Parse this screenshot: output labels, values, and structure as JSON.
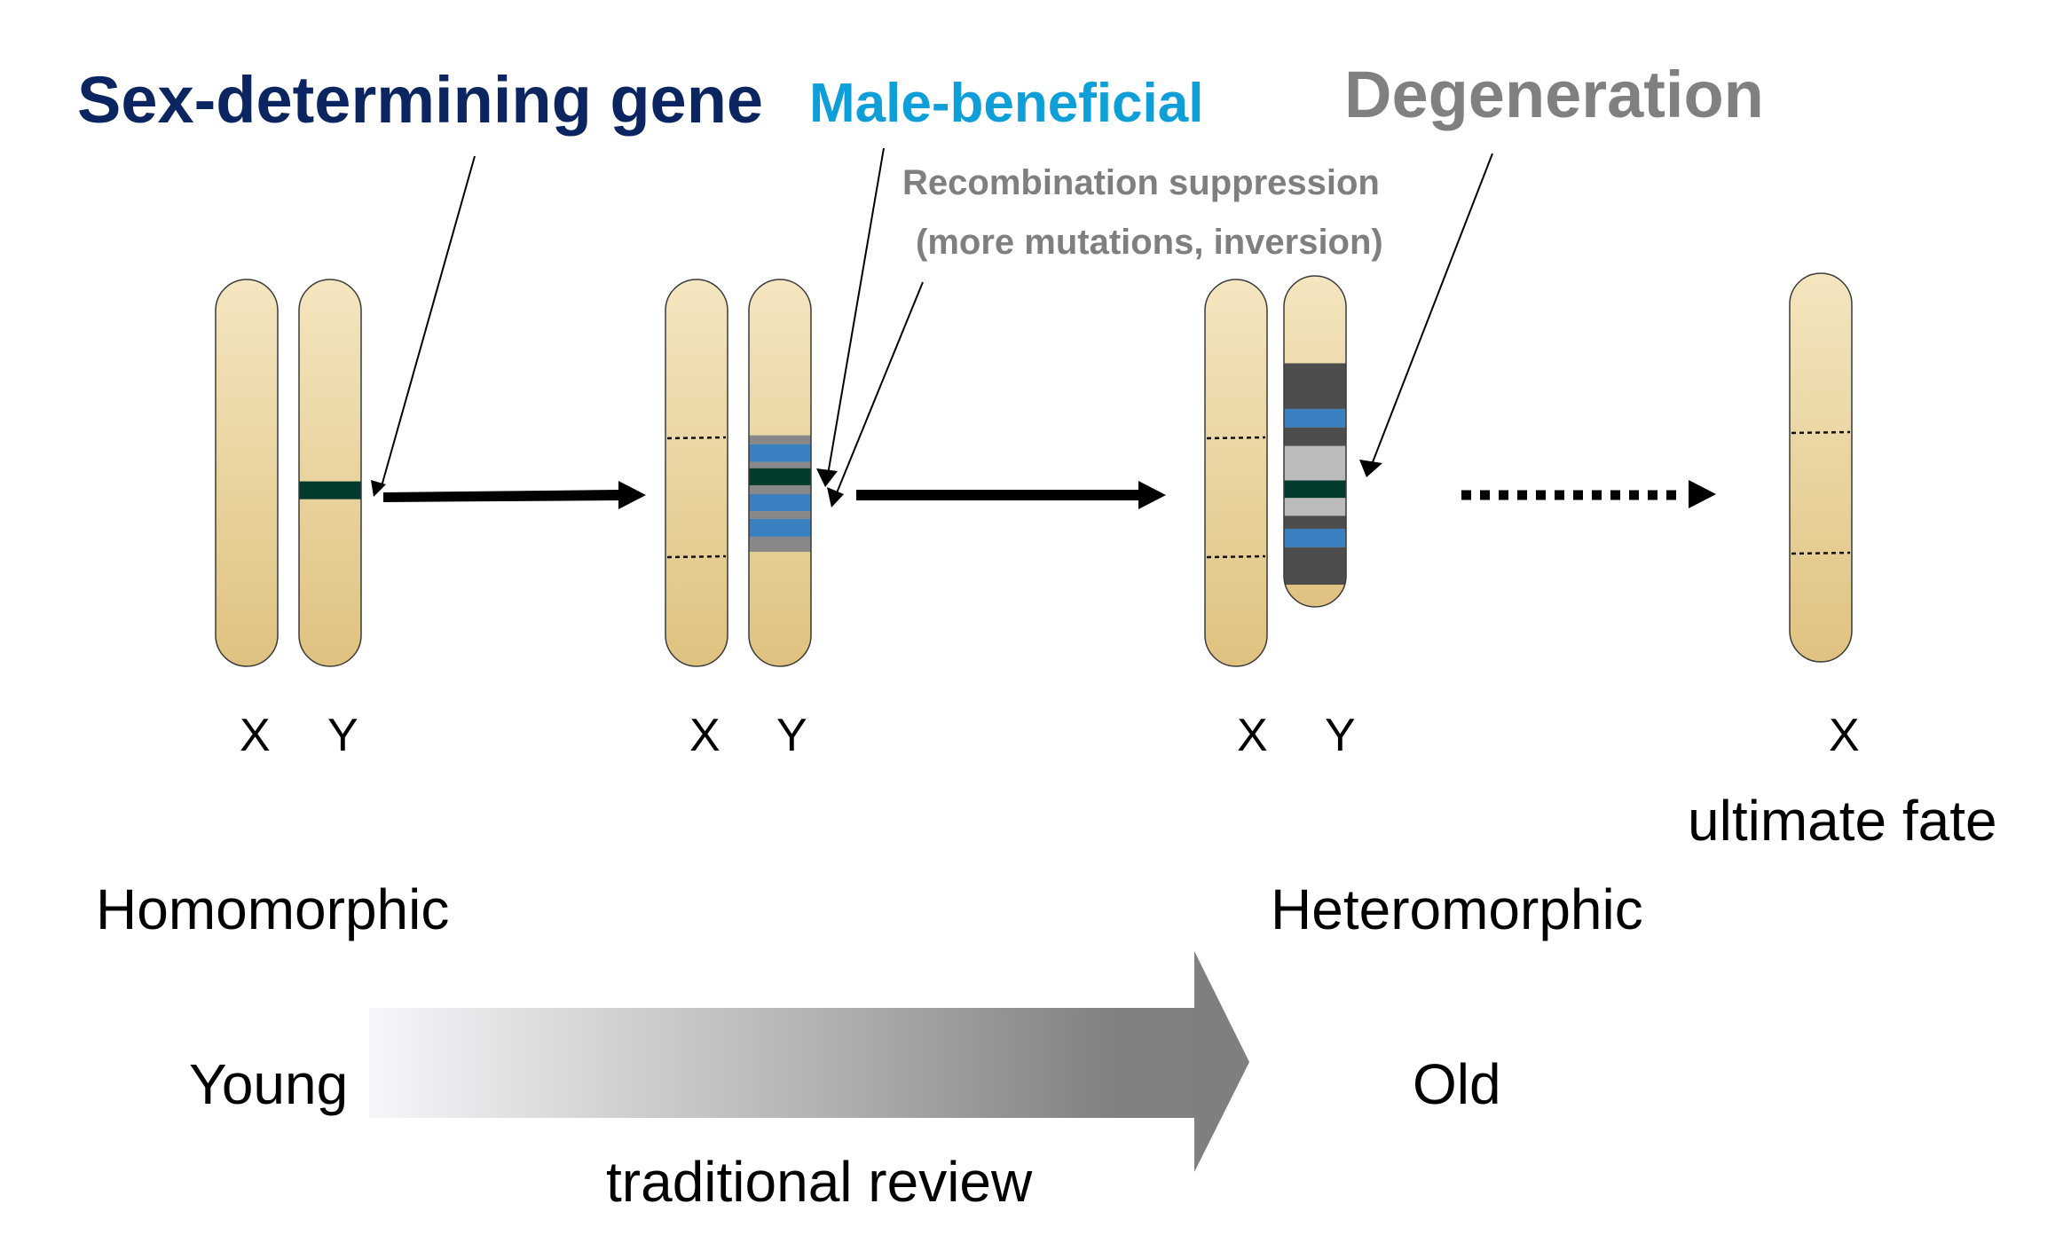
{
  "titles": {
    "sex_determining": "Sex-determining gene",
    "male_beneficial": "Male-beneficial",
    "degeneration": "Degeneration"
  },
  "notes": {
    "recombination_line1": "Recombination suppression",
    "recombination_line2": "(more mutations, inversion)"
  },
  "chromosome_labels": {
    "stage1": [
      "X",
      "Y"
    ],
    "stage2": [
      "X",
      "Y"
    ],
    "stage3": [
      "X",
      "Y"
    ],
    "stage4": [
      "X"
    ]
  },
  "stage_labels": {
    "homomorphic": "Homomorphic",
    "heteromorphic": "Heteromorphic",
    "ultimate_fate": "ultimate fate"
  },
  "timeline": {
    "young": "Young",
    "old": "Old",
    "caption": "traditional review"
  },
  "colors": {
    "chromosome_top": "#f4e6c0",
    "chromosome_bottom": "#dfc280",
    "sex_determining_band": "#023b2e",
    "male_beneficial_band": "#3a7fbf",
    "recomb_suppressed_band": "#888888",
    "degenerated_band": "#4d4d4d",
    "light_gray_band": "#bbbbbb",
    "title_navy": "#0b2561",
    "title_cyan": "#0e9fd8",
    "title_gray": "#808080"
  },
  "bands": {
    "stage1_y": [
      {
        "type": "sex_determining_band",
        "from": 0.522,
        "to": 0.568
      }
    ],
    "stage2_y": [
      {
        "type": "recomb_suppressed_band",
        "from": 0.403,
        "to": 0.426
      },
      {
        "type": "male_beneficial_band",
        "from": 0.426,
        "to": 0.472
      },
      {
        "type": "recomb_suppressed_band",
        "from": 0.472,
        "to": 0.488
      },
      {
        "type": "sex_determining_band",
        "from": 0.488,
        "to": 0.532
      },
      {
        "type": "recomb_suppressed_band",
        "from": 0.532,
        "to": 0.555
      },
      {
        "type": "male_beneficial_band",
        "from": 0.555,
        "to": 0.599
      },
      {
        "type": "recomb_suppressed_band",
        "from": 0.599,
        "to": 0.619
      },
      {
        "type": "male_beneficial_band",
        "from": 0.619,
        "to": 0.665
      },
      {
        "type": "recomb_suppressed_band",
        "from": 0.665,
        "to": 0.704
      }
    ],
    "stage3_y": [
      {
        "type": "degenerated_band",
        "from": 0.264,
        "to": 0.402
      },
      {
        "type": "male_beneficial_band",
        "from": 0.402,
        "to": 0.458
      },
      {
        "type": "degenerated_band",
        "from": 0.458,
        "to": 0.514
      },
      {
        "type": "light_gray_band",
        "from": 0.514,
        "to": 0.618
      },
      {
        "type": "sex_determining_band",
        "from": 0.618,
        "to": 0.671
      },
      {
        "type": "light_gray_band",
        "from": 0.671,
        "to": 0.725
      },
      {
        "type": "degenerated_band",
        "from": 0.725,
        "to": 0.764
      },
      {
        "type": "male_beneficial_band",
        "from": 0.764,
        "to": 0.82
      },
      {
        "type": "degenerated_band",
        "from": 0.82,
        "to": 0.933
      }
    ]
  }
}
